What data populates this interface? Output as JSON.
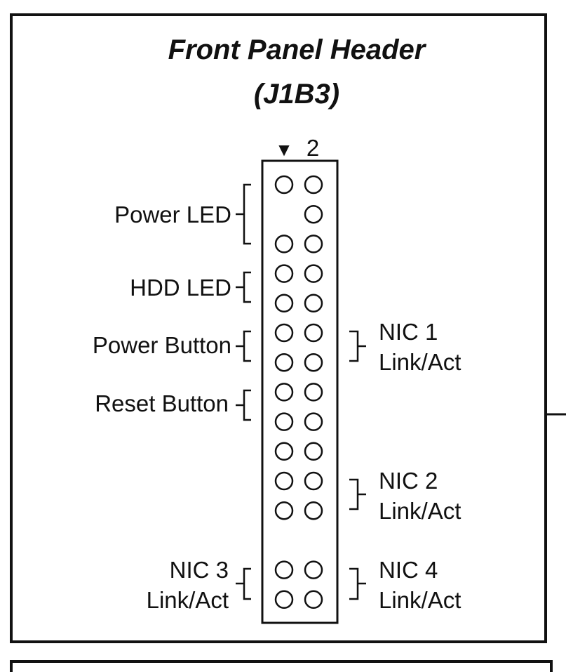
{
  "title": "Front Panel Header",
  "subtitle": "(J1B3)",
  "pin1_marker": "▼",
  "pin2_label": "2",
  "pins": [
    {
      "left": true,
      "right": true
    },
    {
      "left": false,
      "right": true
    },
    {
      "left": true,
      "right": true
    },
    {
      "left": true,
      "right": true
    },
    {
      "left": true,
      "right": true
    },
    {
      "left": true,
      "right": true
    },
    {
      "left": true,
      "right": true
    },
    {
      "left": true,
      "right": true
    },
    {
      "left": true,
      "right": true
    },
    {
      "left": true,
      "right": true
    },
    {
      "left": true,
      "right": true
    },
    {
      "left": true,
      "right": true
    },
    {
      "left": false,
      "right": false
    },
    {
      "left": true,
      "right": true
    },
    {
      "left": true,
      "right": true
    }
  ],
  "left_labels": {
    "power_led": "Power LED",
    "hdd_led": "HDD LED",
    "power_button": "Power Button",
    "reset_button": "Reset Button",
    "nic3_line1": "NIC 3",
    "nic3_line2": "Link/Act"
  },
  "right_labels": {
    "nic1_line1": "NIC 1",
    "nic1_line2": "Link/Act",
    "nic2_line1": "NIC 2",
    "nic2_line2": "Link/Act",
    "nic4_line1": "NIC 4",
    "nic4_line2": "Link/Act"
  }
}
